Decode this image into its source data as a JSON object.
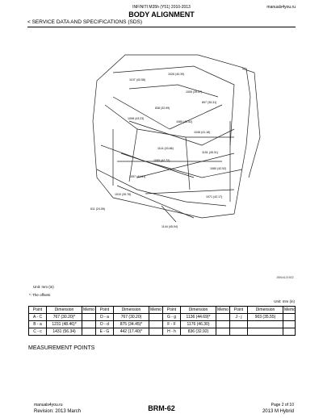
{
  "header": {
    "book": "INFINITI M35h (Y51) 2010-2013",
    "site": "manuals4you.ru",
    "title": "BODY ALIGNMENT",
    "section": "< SERVICE DATA AND SPECIFICATIONS (SDS)"
  },
  "diagram": {
    "labels": [
      "1107 (43.58)",
      "1026 (40.39)",
      "1005 (39.57)",
      "897 (35.31)",
      "838 (32.99)",
      "1080 (42.52)",
      "1098 (43.23)",
      "1114 (43.86)",
      "1046 (41.18)",
      "1085 (42.72)",
      "1151 (45.31)",
      "1080 (42.52)",
      "611 (24.06)",
      "1010 (39.76)",
      "1071 (42.17)",
      "1144 (45.04)",
      "1057 (41.61)"
    ],
    "code": "JSKIA1219ZZ"
  },
  "unit_note": "Unit: mm (in)",
  "offsets_note": "*: The offsets",
  "table_unit": "Unit: mm (in)",
  "table": {
    "headers": [
      "Point",
      "Dimension",
      "Memo",
      "Point",
      "Dimension",
      "Memo",
      "Point",
      "Dimension",
      "Memo",
      "Point",
      "Dimension",
      "Memo"
    ],
    "rows": [
      [
        "A - C",
        "767 (30.20)*",
        "",
        "D - a",
        "767 (30.20)",
        "",
        "G - g",
        "1136 (44.69)*",
        "",
        "J - j",
        "903 (35.55)",
        ""
      ],
      [
        "B - a",
        "1231 (48.46)*",
        "",
        "D - d",
        "875 (34.45)*",
        "",
        "F - F",
        "1176 (46.30)",
        "",
        "",
        "",
        ""
      ],
      [
        "C - c",
        "1431 (56.34)",
        "",
        "E - G",
        "442 (17.40)*",
        "",
        "H - h",
        "836 (32.92)",
        "",
        "",
        "",
        ""
      ]
    ]
  },
  "measurement_points": "MEASUREMENT POINTS",
  "footer": {
    "site": "manuals4you.ru",
    "revision": "Revision: 2013 March",
    "code": "BRM-62",
    "page": "Page 2 of 10",
    "model": "2013 M Hybrid"
  }
}
